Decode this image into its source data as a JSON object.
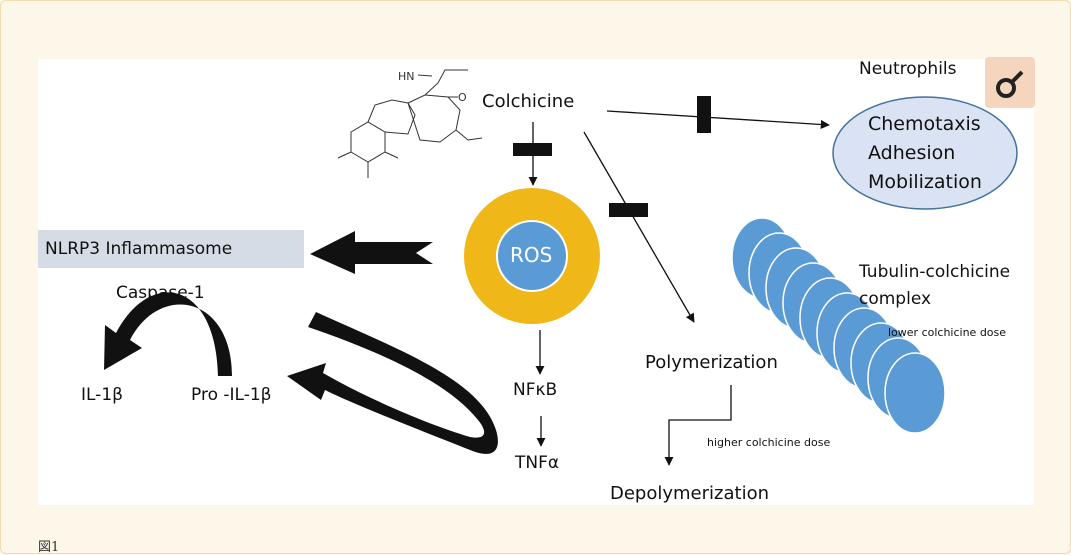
{
  "labels": {
    "colchicine": "Colchicine",
    "neutrophils": "Neutrophils",
    "ellipse_lines": [
      "Chemotaxis",
      "Adhesion",
      "Mobilization"
    ],
    "nlrp3": "NLRP3 Inflammasome",
    "ros": "ROS",
    "caspase": "Caspase-1",
    "il1b": "IL-1β",
    "pro_il1b": "Pro -IL-1β",
    "nfkb": "NFκB",
    "tnfa": "TNFα",
    "polymerization": "Polymerization",
    "depolymerization": "Depolymerization",
    "tubulin_line1": "Tubulin-colchicine",
    "tubulin_line2": "complex",
    "lower_dose": "lower colchicine dose",
    "higher_dose": "higher colchicine dose",
    "structure_nh": "HN",
    "structure_o": "O"
  },
  "figure_mark": "図1",
  "colors": {
    "background": "#fdf7ea",
    "ros_ring": "#f0b719",
    "ros_core": "#5b9bd5",
    "ellipse_fill": "#dae3f3",
    "ellipse_stroke": "#41719c",
    "tubulin_fill": "#5b9bd5",
    "nlrp3_box": "#d6dce5",
    "icon_bg": "#f5d5bd"
  }
}
